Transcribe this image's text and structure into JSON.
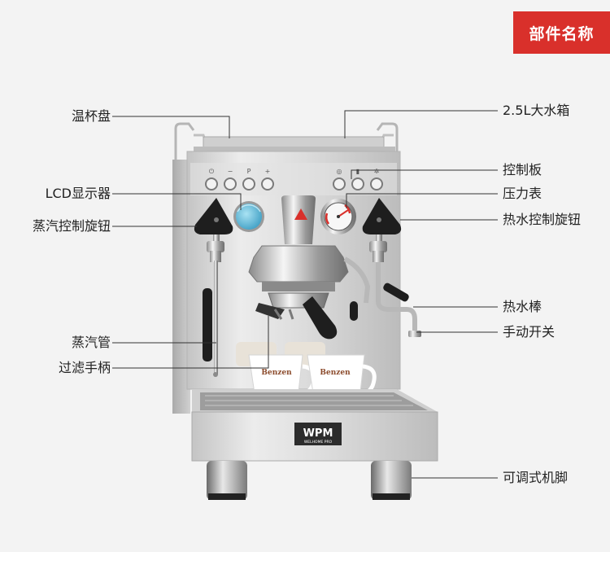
{
  "header": {
    "badge_label": "部件名称"
  },
  "labels": {
    "left": [
      {
        "key": "cup_warmer",
        "text": "温杯盘"
      },
      {
        "key": "lcd",
        "text": "LCD显示器"
      },
      {
        "key": "steam_knob",
        "text": "蒸汽控制旋钮"
      },
      {
        "key": "steam_wand",
        "text": "蒸汽管"
      },
      {
        "key": "portafilter",
        "text": "过滤手柄"
      }
    ],
    "right": [
      {
        "key": "water_tank",
        "text": "2.5L大水箱"
      },
      {
        "key": "control_panel",
        "text": "控制板"
      },
      {
        "key": "pressure_gauge",
        "text": "压力表"
      },
      {
        "key": "hot_water_knob",
        "text": "热水控制旋钮"
      },
      {
        "key": "hot_water_wand",
        "text": "热水棒"
      },
      {
        "key": "manual_switch",
        "text": "手动开关"
      },
      {
        "key": "adjustable_feet",
        "text": "可调式机脚"
      }
    ]
  },
  "machine": {
    "brand_logo": "WPM",
    "brand_sub": "WELHOME PRO",
    "cup_text": "Benzen",
    "button_symbols_left": [
      "⏻",
      "−",
      "P",
      "+"
    ],
    "button_symbols_right": [
      "◎",
      "▮",
      "✲"
    ],
    "colors": {
      "steel": "#d9d9d9",
      "steel_dark": "#a9a9a9",
      "knob": "#1e1e1e",
      "lcd": "#6ec3e0",
      "accent_red": "#d9302b"
    }
  }
}
